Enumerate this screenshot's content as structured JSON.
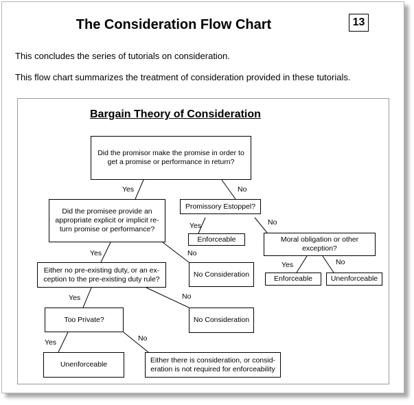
{
  "page": {
    "title": "The Consideration Flow Chart",
    "page_number": "13",
    "intro_line1": "This concludes the series of tutorials on consideration.",
    "intro_line2": "This flow chart summarizes the treatment of consideration provided in these tutorials."
  },
  "chart": {
    "title": "Bargain Theory of Consideration",
    "nodes": {
      "q_promise": "Did the promisor make the promise in order to get a promise or performance in return?",
      "q_promissory_estoppel": "Promissory Estoppel?",
      "r_enforceable_1": "Enforceable",
      "q_moral_obligation": "Moral obligation or other exception?",
      "r_enforceable_2": "Enforceable",
      "r_unenforceable_1": "Unenforceable",
      "q_return_promise": "Did the promisee provide an appropriate explicit or implicit re-turn promise or performance?",
      "r_no_consideration_1": "No Consideration",
      "q_preexisting_duty": "Either no pre-existing duty, or an ex-ception to the pre-existing duty rule?",
      "r_no_consideration_2": "No Consideration",
      "q_too_private": "Too Private?",
      "r_unenforceable_2": "Unenforceable",
      "r_consideration": "Either there is consideration, or consid-eration is not required for enforceability"
    },
    "edge_labels": {
      "yes": "Yes",
      "no": "No"
    }
  }
}
